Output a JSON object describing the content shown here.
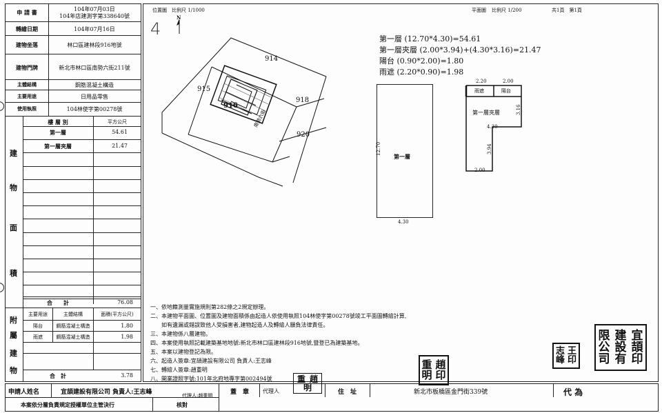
{
  "left_table": {
    "rows": [
      {
        "label": "申 請 書",
        "value_lines": [
          "104年07月03日",
          "104年店建測字第338640號"
        ]
      },
      {
        "label": "轉繪日期",
        "value_lines": [
          "104年07月16日"
        ]
      },
      {
        "label": "建物坐落",
        "value_lines": [
          "林口區建林段916地號"
        ]
      },
      {
        "label": "建物門牌",
        "value_lines": [
          "新北市林口區南勢六街211號"
        ]
      },
      {
        "label": "主體結構",
        "value_lines": [
          "鋼筋混凝土構造"
        ]
      },
      {
        "label": "主要用途",
        "value_lines": [
          "日用品零售"
        ]
      },
      {
        "label": "使用執照",
        "value_lines": [
          "104林使字第00278號"
        ]
      }
    ],
    "area_header": {
      "floor": "樓 層 別",
      "unit": "平方公尺"
    },
    "floors": [
      {
        "name": "第一層",
        "area": "54.61"
      },
      {
        "name": "第一層夾層",
        "area": "21.47"
      }
    ],
    "building_area_vertical": [
      "建",
      "物",
      "面",
      "積"
    ],
    "total_label": "合　　計",
    "total_value": "76.08",
    "attached_vertical": [
      "附",
      "屬",
      "建",
      "物"
    ],
    "attached_header": {
      "use": "主要用途",
      "structure": "主體結構",
      "area": "面積(平方公尺)"
    },
    "attached": [
      {
        "use": "陽台",
        "structure": "鋼筋混凝土構造",
        "area": "1.80"
      },
      {
        "use": "雨遮",
        "structure": "鋼筋混凝土構造",
        "area": "1.98"
      }
    ],
    "attached_total_label": "合　計",
    "attached_total_value": "3.78"
  },
  "top_left": {
    "location_label": "位置圖",
    "scale": "比例尺 1/1000",
    "north": "N",
    "mark": "4"
  },
  "top_right": {
    "plan_label": "平面圖",
    "scale": "比例尺 1/200",
    "pages": "共1頁　第1頁"
  },
  "location_map": {
    "parcels": [
      "914",
      "915",
      "916",
      "918",
      "920"
    ],
    "street": "南勢六街"
  },
  "calculations": [
    "第一層 (12.70*4.30)=54.61",
    "第一層夾層 (2.00*3.94)+(4.30*3.16)=21.47",
    "陽台 (0.90*2.00)=1.80",
    "雨遮 (2.20*0.90)=1.98"
  ],
  "plan1": {
    "label": "第一層",
    "height": "12.70",
    "width": "4.30"
  },
  "plan2": {
    "dims_top": [
      "2.20",
      "2.00"
    ],
    "rain": "雨遮",
    "balcony": "陽台",
    "label": "第一層夾層",
    "d316": "3.16",
    "d430": "4.30",
    "d394": "3.94",
    "d200": "2.00"
  },
  "notes": [
    "一、依地籍測量實施規則第282條之2規定辦理。",
    "二、本建物平面圖、位置圖及建物面積係由起造人依使用執照104林使字第00278號竣工平面圖轉繪計算,",
    "　　如有遺漏或錯誤致他人受損害者,建物起造人及轉繪人願負法律責任。",
    "三、本建物係八層建物。",
    "四、本案使用執照記載建築基地地號:新北市林口區建林段916地號,暨登已為建築基地。",
    "五、本案以建物登記為限。",
    "六、起造人簽章:宜頡建設有限公司 負責人:王志峰",
    "七、轉繪人簽章:趙重明",
    "八、開業證照字號:101年北府地專字第002494號"
  ],
  "stamps": {
    "zhao1": [
      "重",
      "趙",
      "明",
      "印"
    ],
    "zhao2": [
      "重",
      "趙",
      "明"
    ],
    "wang": [
      "志",
      "王",
      "峰",
      "印"
    ],
    "company": [
      "限",
      "建",
      "宜",
      "公",
      "設",
      "頡",
      "司",
      "有",
      "印"
    ]
  },
  "bottom": {
    "applicant_label": "申請人姓名",
    "applicant": "宜頡建設有限公司 負責人:王志峰",
    "agent_partial": "代理人:趙重明",
    "seal_label": "蓋　章",
    "agent_label": "代理人",
    "address_label": "住　址",
    "address": "新北市板橋區金門街339號",
    "corner": "代 為",
    "footer_note": "本案依分層負責規定授權單位主管決行",
    "check_label": "核對"
  }
}
